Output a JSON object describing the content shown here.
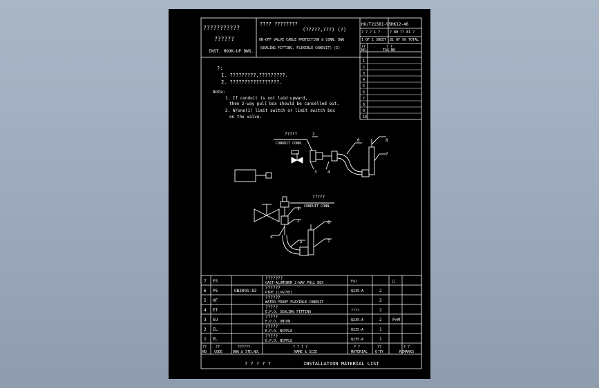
{
  "title_block": {
    "org_line1": "???????????",
    "org_line2": "??????",
    "dept": "INST. HOOK-UP DWG.",
    "title_cn": "????  ????????",
    "title_cn2": "(?????,???)   (?)",
    "title_en1": "ON-OFF VALVE CABLE PROTECTION & CONN. DWG",
    "title_en2": "(SEALING FITTING, FLEXIBLE CONDUIT) (I)",
    "std_no": "HG/T21581-95",
    "dwg_no": "HK12-46",
    "sheet_cn": "?  ?  ?  1  ?",
    "sheet_en": "1 OF 1 SHEET",
    "total_cn": "?  80  ??  81  ?",
    "total_en": "81 OF 90 TOTAL"
  },
  "tag_table": {
    "col_no_cn": "??",
    "col_no_en": "NO.",
    "col_tag_cn": "?  ?",
    "col_tag_en": "TAG NO",
    "rows": [
      "1",
      "2",
      "3",
      "4",
      "5",
      "6",
      "7",
      "8",
      "9",
      "10"
    ]
  },
  "notes": {
    "cn_head": "?:",
    "cn_1": "1. ?????????,?????????.",
    "cn_2": "2. ?????????????????.",
    "en_head": "Note:",
    "en_1a": "1. If conduit is not laid upward,",
    "en_1b": "then 2-way pull box should be cancelled out.",
    "en_2a": "2. W/one(1) limit switch or limit switch box",
    "en_2b": "on the valve."
  },
  "diagram": {
    "top_label_cn": "?????",
    "top_label_en": "CONDUIT CONN.",
    "bottom_label_cn": "?????",
    "bottom_label_en": "CONDUIT CONN.",
    "callouts_top": [
      "2",
      "3",
      "4",
      "6",
      "7",
      "8"
    ],
    "callouts_bottom": [
      "1",
      "2",
      "4",
      "5",
      "7",
      "8"
    ]
  },
  "material_list": {
    "rows": [
      {
        "no": "7",
        "code": "ES",
        "spec": "",
        "name_cn": "???????",
        "name_en": "CAST-ALUMINUM 2-WAY PULL BOX",
        "material": "Fal",
        "qty": "",
        "remark": "□"
      },
      {
        "no": "6",
        "code": "PS",
        "spec": "GB3091-82",
        "name_cn": "??????",
        "name_en": "PIPE (L=GIVE)",
        "material": "Q235-A",
        "qty": "2",
        "remark": ""
      },
      {
        "no": "5",
        "code": "HF",
        "spec": "",
        "name_cn": "??????",
        "name_en": "WATER-PROOF FLEXIBLE CONDUIT",
        "material": "",
        "qty": "2",
        "remark": ""
      },
      {
        "no": "4",
        "code": "ET",
        "spec": "",
        "name_cn": "?????",
        "name_en": "E.P.O. SEALING FITTING",
        "material": "????",
        "qty": "2",
        "remark": ""
      },
      {
        "no": "3",
        "code": "EU",
        "spec": "",
        "name_cn": "?????",
        "name_en": "E.P.O. UNION",
        "material": "Q235-A",
        "qty": "2",
        "remark": "P×M"
      },
      {
        "no": "2",
        "code": "EL",
        "spec": "",
        "name_cn": "?????",
        "name_en": "E.P.O. NIPPLE",
        "material": "Q235-A",
        "qty": "1",
        "remark": ""
      },
      {
        "no": "1",
        "code": "EL",
        "spec": "",
        "name_cn": "?????",
        "name_en": "E.P.O. NIPPLE",
        "material": "Q235-A",
        "qty": "1",
        "remark": ""
      }
    ],
    "header": {
      "no_cn": "??",
      "no_en": "NO",
      "code_cn": "??",
      "code_en": "CODE",
      "spec_cn": "??????",
      "spec_en": "DWG.& STD.NO.",
      "name_cn": "?  ?  ?  ?",
      "name_en": "NAME & SIZE",
      "mat_cn": "?  ?",
      "mat_en": "MATERIAL",
      "qty_cn": "??",
      "qty_en": "Q'TY",
      "rem_cn": "?  ?",
      "rem_en": "REMARKS"
    },
    "footer_cn": "? ? ? ? ?",
    "footer_en": "INSTALLATION MATERIAL LIST"
  }
}
